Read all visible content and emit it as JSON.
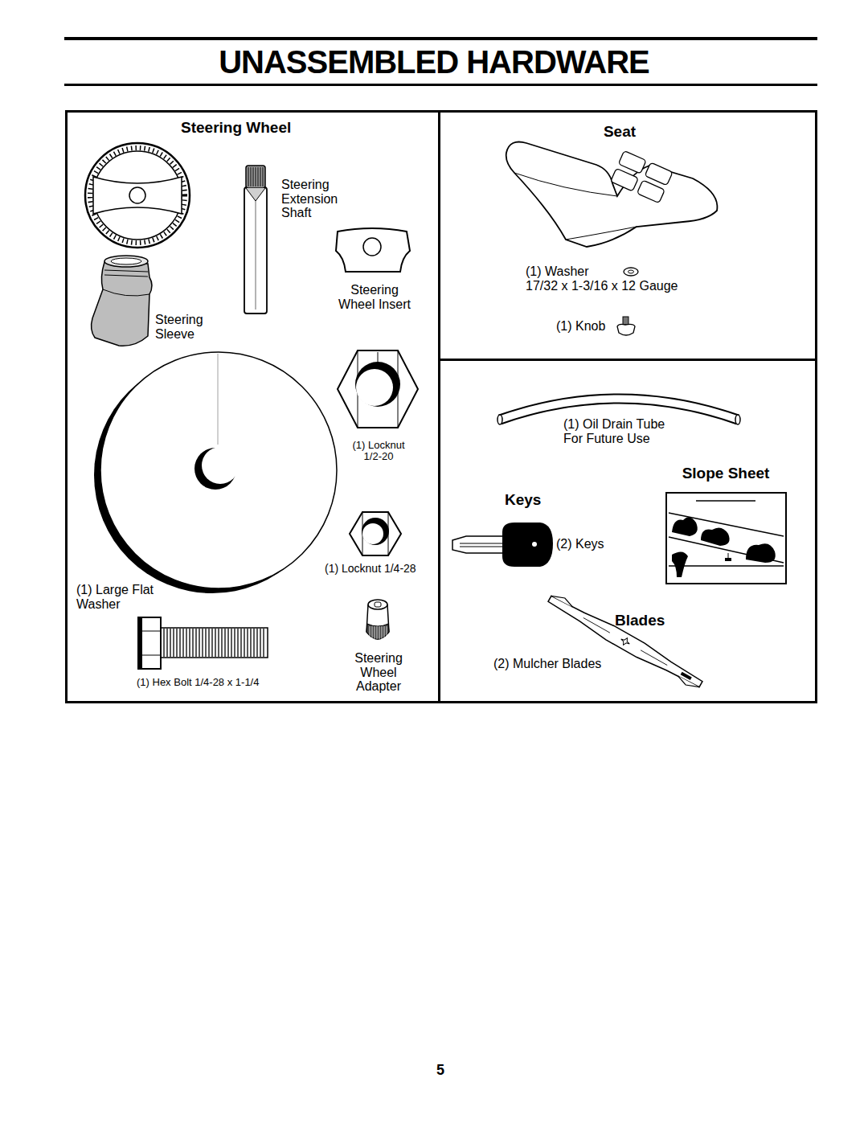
{
  "diagram": {
    "title": "UNASSEMBLED HARDWARE",
    "nodes": [
      {
        "text": [
          "Steering Wheel",
          "Steering Extension Shaft",
          "Steering Wheel Insert",
          "Steering Sleeve",
          "(1) Locknut 1/2-20",
          "(1) Locknut 1/4-28",
          "(1) Large Flat Washer",
          "Steering Wheel Adapter",
          "(1) Hex Bolt 1/4-28 x 1-1/4"
        ]
      },
      {
        "text": [
          "Seat",
          "(1) Washer",
          "17/32 x 1-3/16 x 12 Gauge",
          "(1) Knob"
        ]
      },
      {
        "text": [
          "(1) Oil Drain Tube For Future Use",
          "Keys",
          "(2) Keys",
          "Blades",
          "(2) Mulcher Blades"
        ]
      },
      {
        "text": [
          "Slope Sheet"
        ],
        "in": 2
      }
    ],
    "labels": [
      "5"
    ]
  }
}
